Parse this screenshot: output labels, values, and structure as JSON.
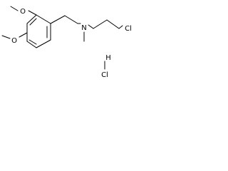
{
  "molecule": {
    "atom_labels": {
      "o_upper": "O",
      "o_lower": "O",
      "n_amine": "N",
      "cl_chain": "Cl",
      "h_salt": "H",
      "cl_salt": "Cl"
    }
  }
}
